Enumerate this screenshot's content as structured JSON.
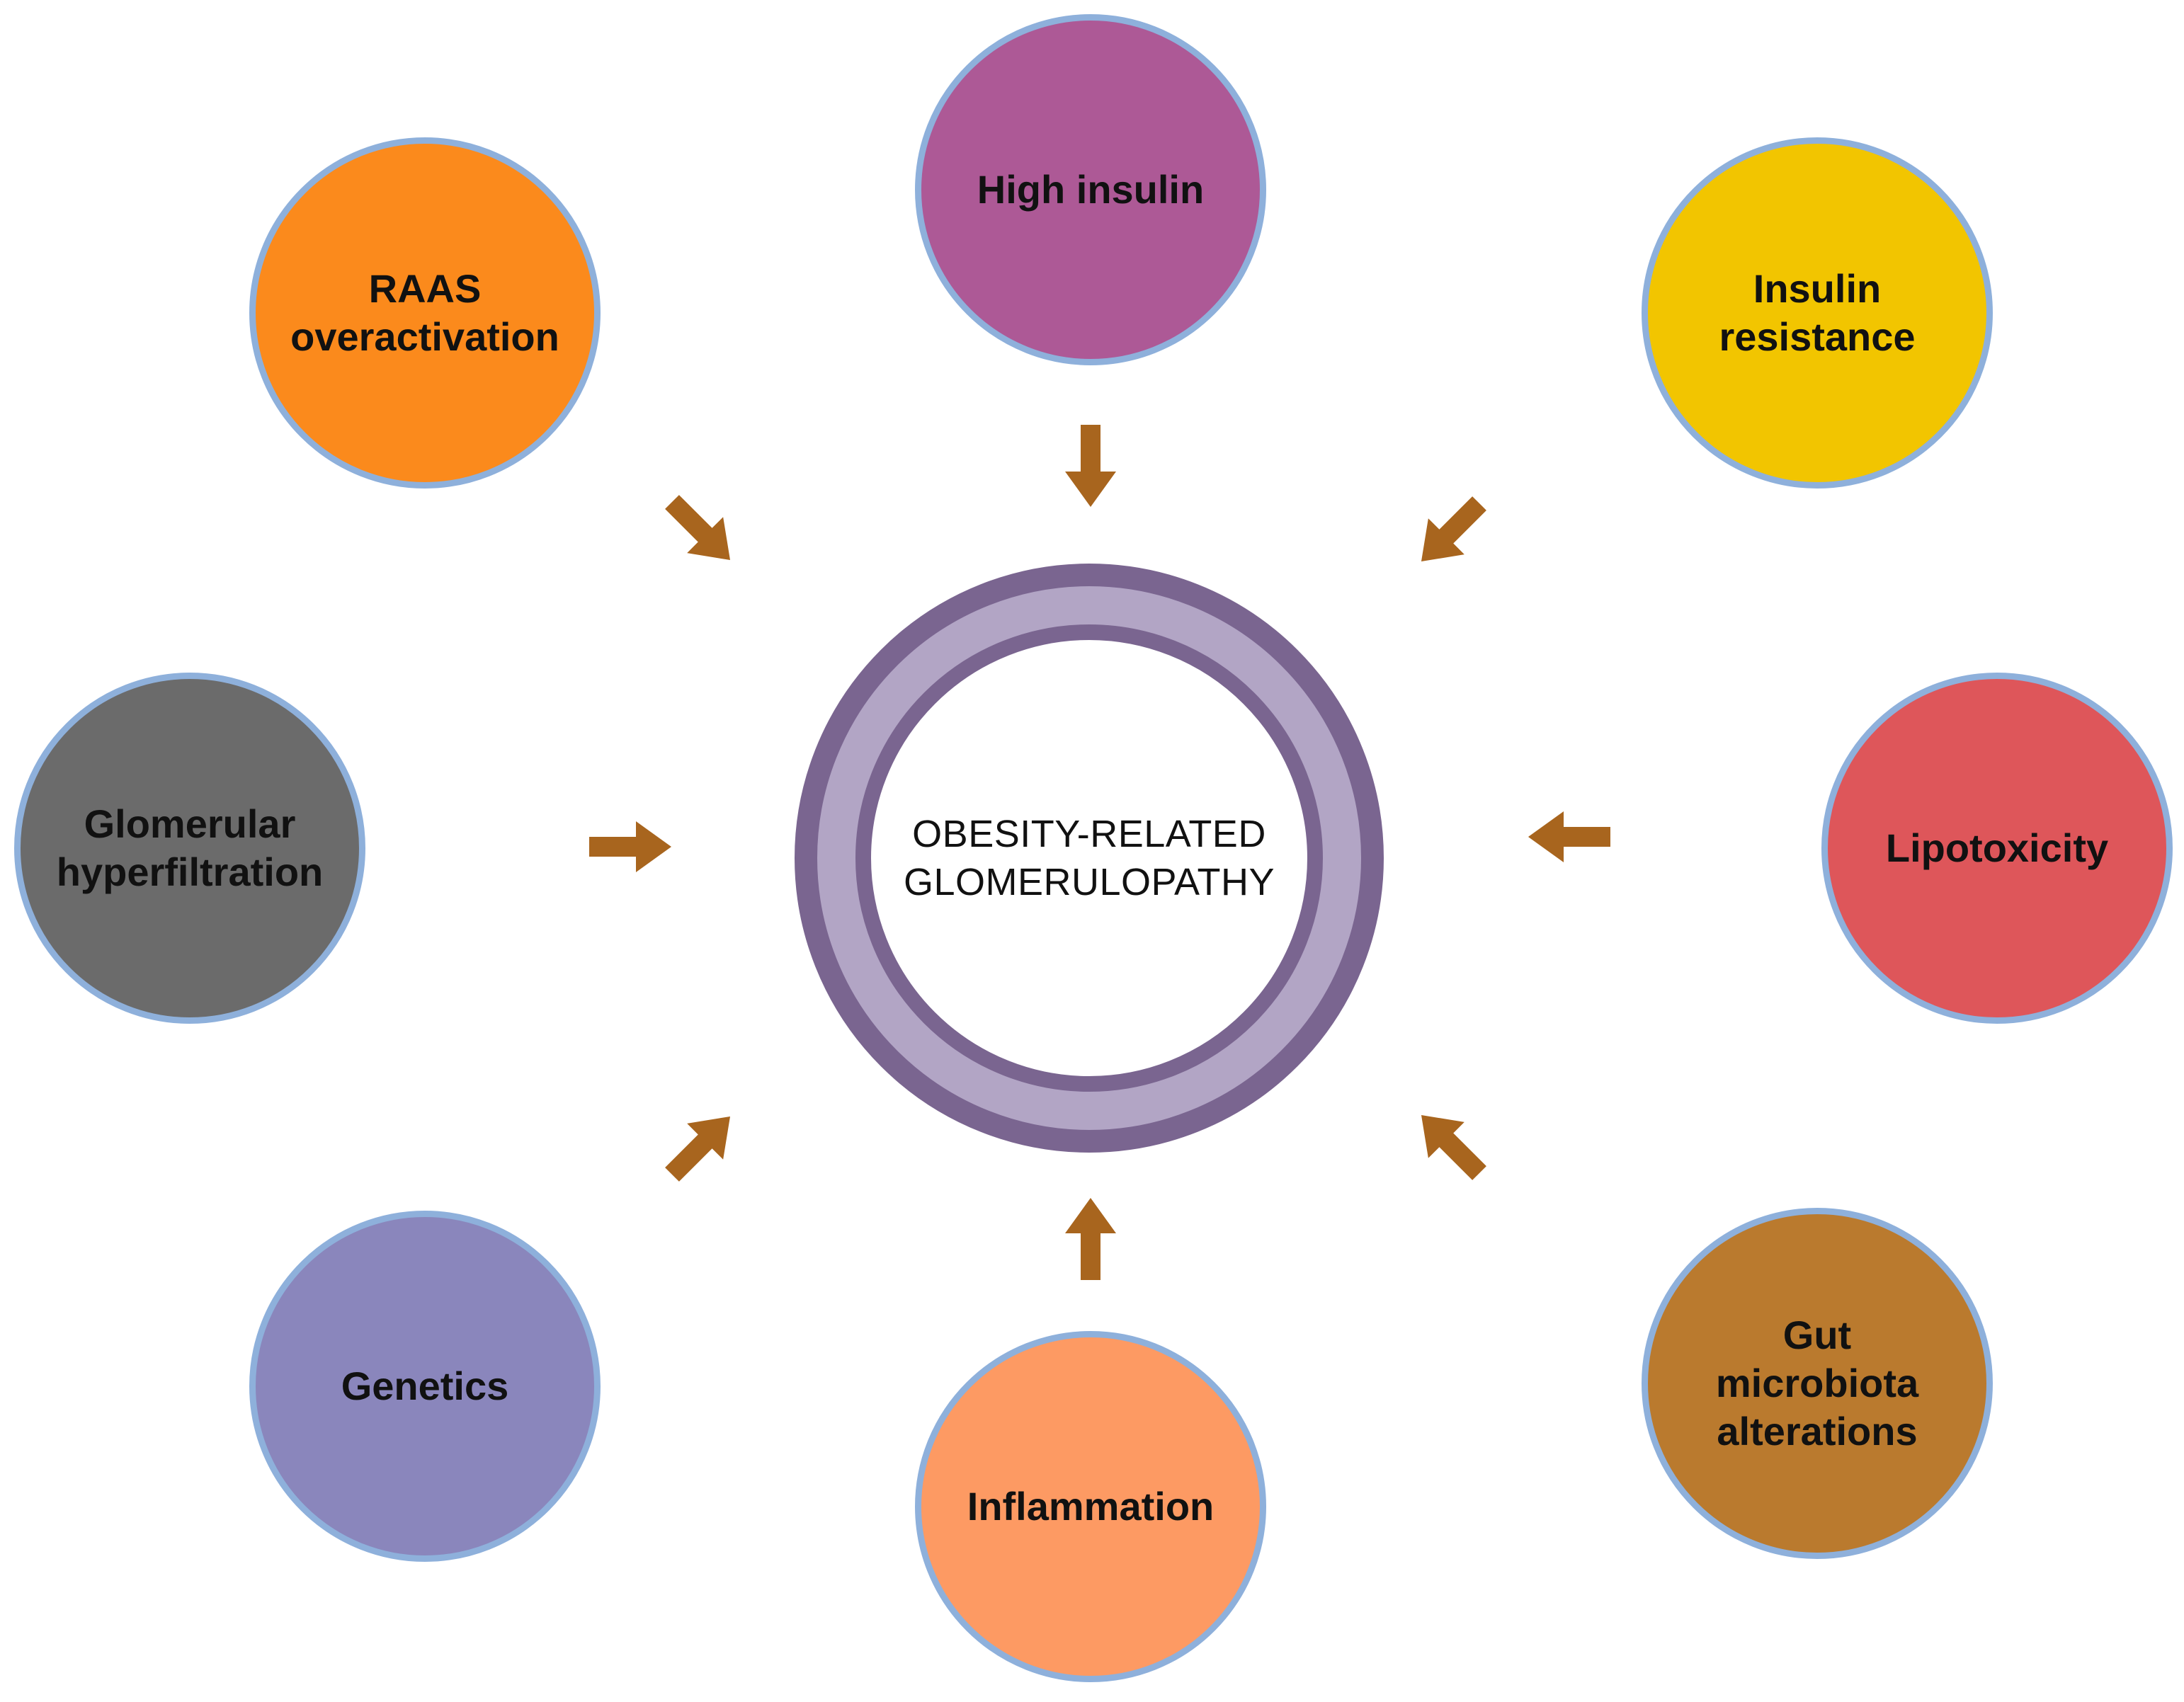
{
  "center": {
    "label": "OBESITY-RELATED\nGLOMERULOPATHY",
    "ring_color": "#7a6590",
    "band_color": "#b2a5c5"
  },
  "arrow_color": "#a8651e",
  "node_border_color": "#8eb0db",
  "nodes": [
    {
      "id": "high-insulin",
      "label": "High insulin",
      "color": "#ad5996",
      "icon": "none"
    },
    {
      "id": "insulin-resistance",
      "label": "Insulin\nresistance",
      "color": "#f2c500",
      "icon": "none"
    },
    {
      "id": "lipotoxicity",
      "label": "Lipotoxicity",
      "color": "#de565a",
      "icon": "none"
    },
    {
      "id": "gut-microbiota-alterations",
      "label": "Gut\nmicrobiota\nalterations",
      "color": "#ba7a2e",
      "icon": "none"
    },
    {
      "id": "inflammation",
      "label": "Inflammation",
      "color": "#fd9a63",
      "icon": "none"
    },
    {
      "id": "genetics",
      "label": "Genetics",
      "color": "#8a86bc",
      "icon": "none"
    },
    {
      "id": "glomerular-hyperfiltration",
      "label": "Glomerular\nhyperfiltration",
      "color": "#6b6b6b",
      "icon": "none"
    },
    {
      "id": "raas-overactivation",
      "label": "RAAS\noveractivation",
      "color": "#fb8a1c",
      "icon": "none"
    }
  ]
}
